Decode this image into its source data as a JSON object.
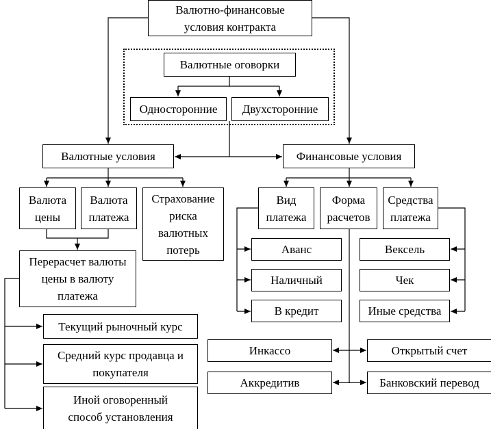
{
  "diagram": {
    "root": "Валютно-финансовые\nусловия  контракта",
    "currency_clauses": {
      "title": "Валютные оговорки",
      "one_sided": "Односторонние",
      "two_sided": "Двухсторонние"
    },
    "currency_terms": {
      "title": "Валютные условия",
      "price_currency": "Валюта\nцены",
      "payment_currency": "Валюта\nплатежа",
      "risk_insurance": "Страхование\nриска\nвалютных\nпотерь",
      "recalc": "Перерасчет валюты\nцены в валюту\nплатежа",
      "recalc_methods": [
        "Текущий рыночный курс",
        "Средний курс продавца и\nпокупателя",
        "Иной оговоренный\nспособ установления"
      ]
    },
    "financial_terms": {
      "title": "Финансовые условия",
      "payment_type": "Вид\nплатежа",
      "payment_types": [
        "Аванс",
        "Наличный",
        "В кредит"
      ],
      "settlement_form": "Форма\nрасчетов",
      "settlement_forms": [
        "Инкассо",
        "Аккредитив",
        "Открытый счет",
        "Банковский перевод"
      ],
      "payment_means": "Средства\nплатежа",
      "payment_means_items": [
        "Вексель",
        "Чек",
        "Иные средства"
      ]
    }
  }
}
